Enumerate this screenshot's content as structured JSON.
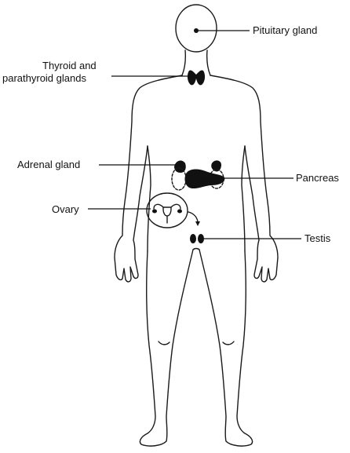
{
  "labels": {
    "pituitary": "Pituitary gland",
    "thyroid_line1": "Thyroid and",
    "thyroid_line2": "parathyroid glands",
    "adrenal": "Adrenal gland",
    "pancreas": "Pancreas",
    "ovary": "Ovary",
    "testis": "Testis"
  }
}
